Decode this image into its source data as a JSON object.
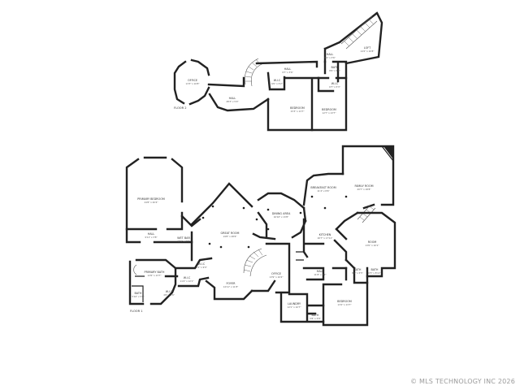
{
  "floor2": {
    "label": "FLOOR 2",
    "rooms": [
      {
        "id": "office2",
        "name": "OFFICE",
        "dim": "13'3\" x 10'8\""
      },
      {
        "id": "hall2a",
        "name": "HALL",
        "dim": "28'3\" x 5'0\""
      },
      {
        "id": "hall2b",
        "name": "HALL",
        "dim": "9'7\" x 3'6\""
      },
      {
        "id": "wic2",
        "name": "W.I.C",
        "dim": "6'0\" x 5'2\""
      },
      {
        "id": "bed2a",
        "name": "BEDROOM",
        "dim": "15'3\" x 13'7\""
      },
      {
        "id": "bed2b",
        "name": "BEDROOM",
        "dim": "12'7\" x 13'7\""
      },
      {
        "id": "wic2b",
        "name": "W.I.C",
        "dim": "6'7\" x 5'3\""
      },
      {
        "id": "bath2",
        "name": "BATH",
        "dim": "8'9\" x 5'6\""
      },
      {
        "id": "hall2c",
        "name": "HALL",
        "dim": "8'4\" x 3'6\""
      },
      {
        "id": "loft",
        "name": "LOFT",
        "dim": "14'2\" x 10'8\""
      }
    ]
  },
  "floor1": {
    "label": "FLOOR 1",
    "rooms": [
      {
        "id": "primary_bed",
        "name": "PRIMARY BEDROOM",
        "dim": "24'8\" x 20'4\""
      },
      {
        "id": "hall1",
        "name": "HALL",
        "dim": "9'11\" x 3'8\""
      },
      {
        "id": "wetbar",
        "name": "WET BAR",
        "dim": "10'1\" x 3'0\""
      },
      {
        "id": "great",
        "name": "GREAT ROOM",
        "dim": "19'8\" x 28'6\""
      },
      {
        "id": "dining",
        "name": "DINING AREA",
        "dim": "16'10\" x 13'8\""
      },
      {
        "id": "breakfast",
        "name": "BREAKFAST ROOM",
        "dim": "11'4\" x 8'6\""
      },
      {
        "id": "family",
        "name": "FAMILY ROOM",
        "dim": "20'7\" x 18'8\""
      },
      {
        "id": "kitchen",
        "name": "KITCHEN",
        "dim": "20'7\" x 17'11\""
      },
      {
        "id": "primary_bath",
        "name": "PRIMARY BATH",
        "dim": "12'6\" x 13'7\""
      },
      {
        "id": "bath1a",
        "name": "BATH",
        "dim": "5'10\" x 5'0\""
      },
      {
        "id": "wic1",
        "name": "W.I.C",
        "dim": "11'4\" x 12'1\""
      },
      {
        "id": "wic1b",
        "name": "W.I.C",
        "dim": "4'6\" x 4'6\""
      },
      {
        "id": "wic1c",
        "name": "W.I.C",
        "dim": "5'4\" x 9'0\""
      },
      {
        "id": "foyer",
        "name": "FOYER",
        "dim": "14'11\" x 11'8\""
      },
      {
        "id": "office1",
        "name": "OFFICE",
        "dim": "13'9\" x 10'2\""
      },
      {
        "id": "room",
        "name": "ROOM",
        "dim": "13'0\" x 10'1\""
      },
      {
        "id": "hall1b",
        "name": "HALL",
        "dim": "11'8\" x 4'2\""
      },
      {
        "id": "bath1b",
        "name": "BATH",
        "dim": "8'1\" x 5'5\""
      },
      {
        "id": "bath1c",
        "name": "BATH",
        "dim": "6'5\" x 8'11\""
      },
      {
        "id": "bed1",
        "name": "BEDROOM",
        "dim": "13'2\" x 13'7\""
      },
      {
        "id": "laundry",
        "name": "LAUNDRY",
        "dim": "12'1\" x 10'7\""
      },
      {
        "id": "bath1d",
        "name": "BATH",
        "dim": "5'8\" x 5'8\""
      }
    ]
  },
  "copyright": "© MLS TECHNOLOGY INC 2026"
}
